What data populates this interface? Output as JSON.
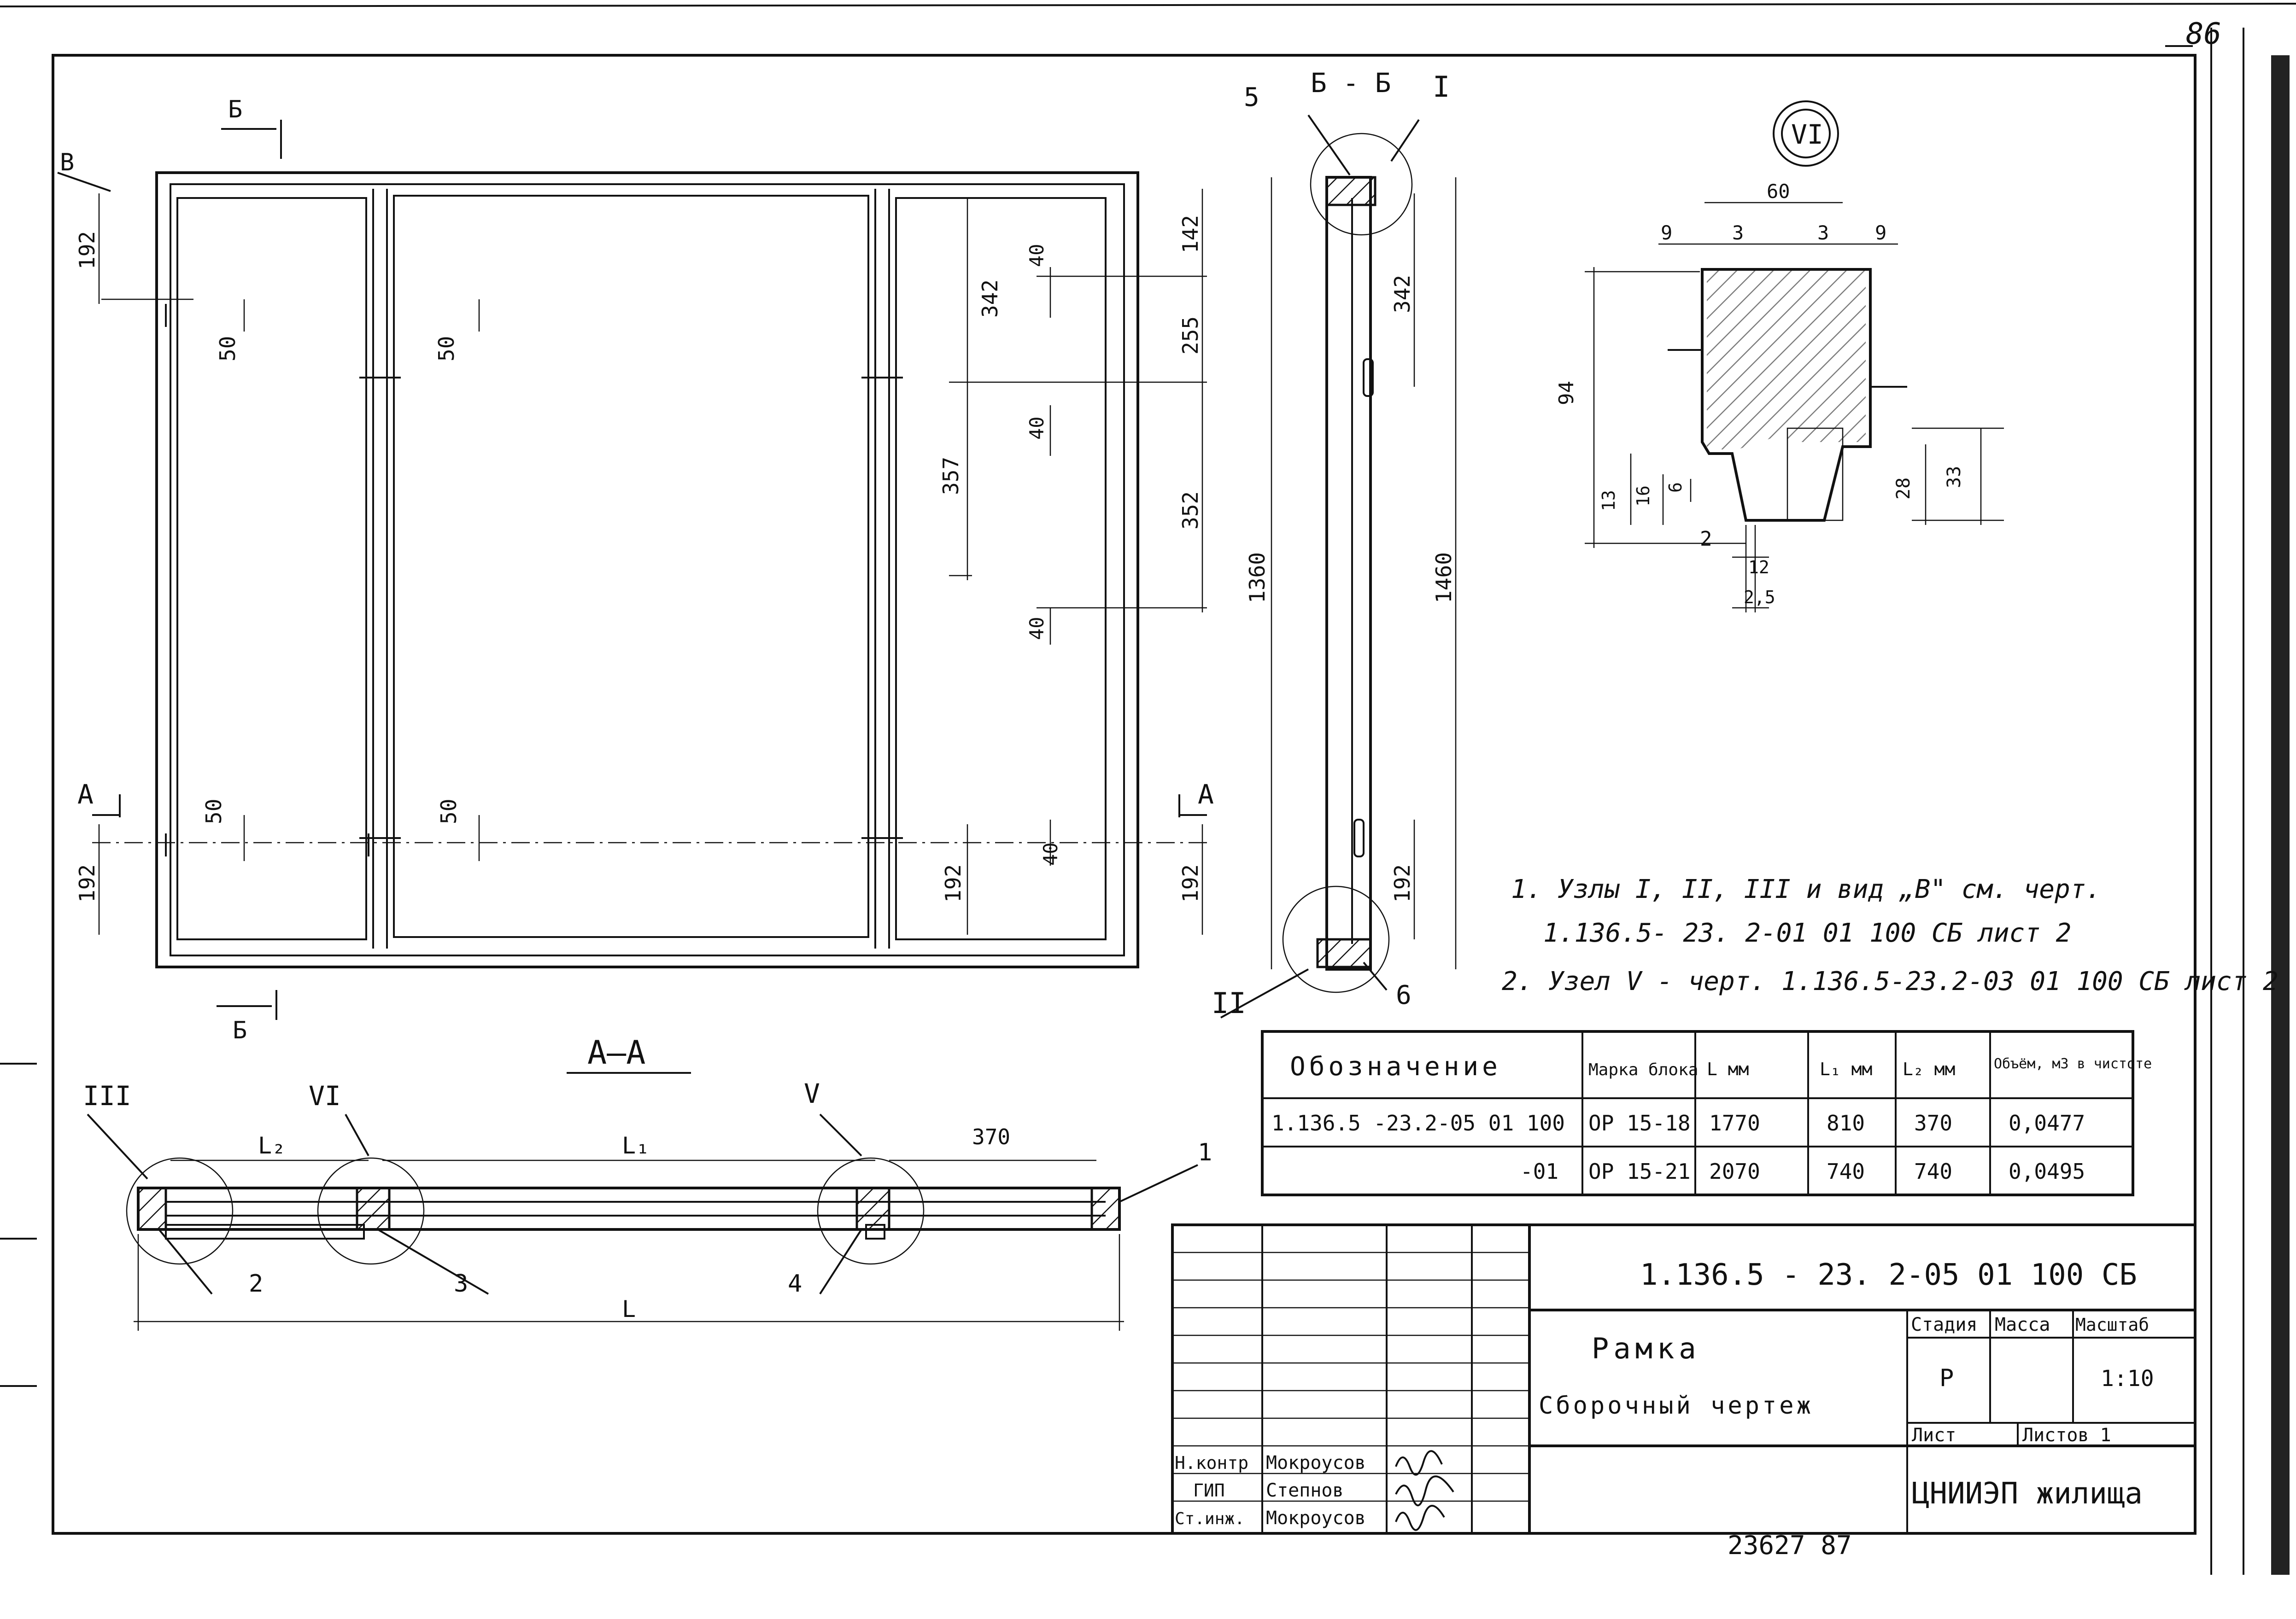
{
  "sheet_number": "86",
  "bottom_number": "23627  87",
  "sections": {
    "aa": "А–А",
    "bb": "Б - Б",
    "mark_b": "Б",
    "mark_a": "А",
    "mark_v": "В"
  },
  "node_labels": {
    "n1": "I",
    "n2": "II",
    "n3": "III",
    "n5": "V",
    "n6": "VI"
  },
  "elevation_dims": {
    "d192_top": "192",
    "d50_a": "50",
    "d50_b": "50",
    "d50_c": "50",
    "d50_d": "50",
    "d192_bot": "192",
    "d342": "342",
    "d357": "357",
    "d142": "142",
    "d255": "255",
    "d352": "352",
    "d40_a": "40",
    "d40_b": "40",
    "d40_c": "40",
    "d40_d": "40",
    "d192_r1": "192",
    "d192_r2": "192"
  },
  "section_bb_dims": {
    "d1360": "1360",
    "d1460": "1460",
    "d342": "342",
    "d192": "192",
    "pos5": "5",
    "pos6": "6"
  },
  "section_aa": {
    "l2": "L₂",
    "l1": "L₁",
    "l": "L",
    "d370": "370",
    "pos1": "1",
    "pos2": "2",
    "pos3": "3",
    "pos4": "4"
  },
  "detail_vi": {
    "d60": "60",
    "d9a": "9",
    "d3a": "3",
    "d3b": "3",
    "d9b": "9",
    "d94": "94",
    "d13": "13",
    "d16": "16",
    "d6": "6",
    "d2": "2",
    "d12": "12",
    "d25": "2,5",
    "d28": "28",
    "d33": "33"
  },
  "notes": [
    "1. Узлы I, II, III и вид „В\" см. черт.",
    "1.136.5- 23. 2-01 01 100 СБ   лист 2",
    "2. Узел V - черт. 1.136.5-23.2-03 01 100 СБ  лист 2"
  ],
  "spec_table": {
    "headers": [
      "Обозначение",
      "Марка блока",
      "L мм",
      "L₁ мм",
      "L₂ мм",
      "Объём, м3 в чистоте"
    ],
    "rows": [
      [
        "1.136.5 -23.2-05 01 100",
        "ОР 15-18",
        "1770",
        "810",
        "370",
        "0,0477"
      ],
      [
        "-01",
        "ОР 15-21",
        "2070",
        "740",
        "740",
        "0,0495"
      ]
    ]
  },
  "title_block": {
    "code": "1.136.5 - 23. 2-05 01 100 СБ",
    "title": "Рамка",
    "subtitle": "Сборочный чертеж",
    "stage_label": "Стадия",
    "mass_label": "Масса",
    "scale_label": "Масштаб",
    "stage_value": "Р",
    "mass_value": "",
    "scale_value": "1:10",
    "sheet_label": "Лист",
    "sheets_label": "Листов 1",
    "org": "ЦНИИЭП жилища",
    "signers": [
      {
        "role": "Н.контр",
        "name": "Мокроусов"
      },
      {
        "role": "ГИП",
        "name": "Степнов"
      },
      {
        "role": "Ст.инж.",
        "name": "Мокроусов"
      }
    ]
  }
}
